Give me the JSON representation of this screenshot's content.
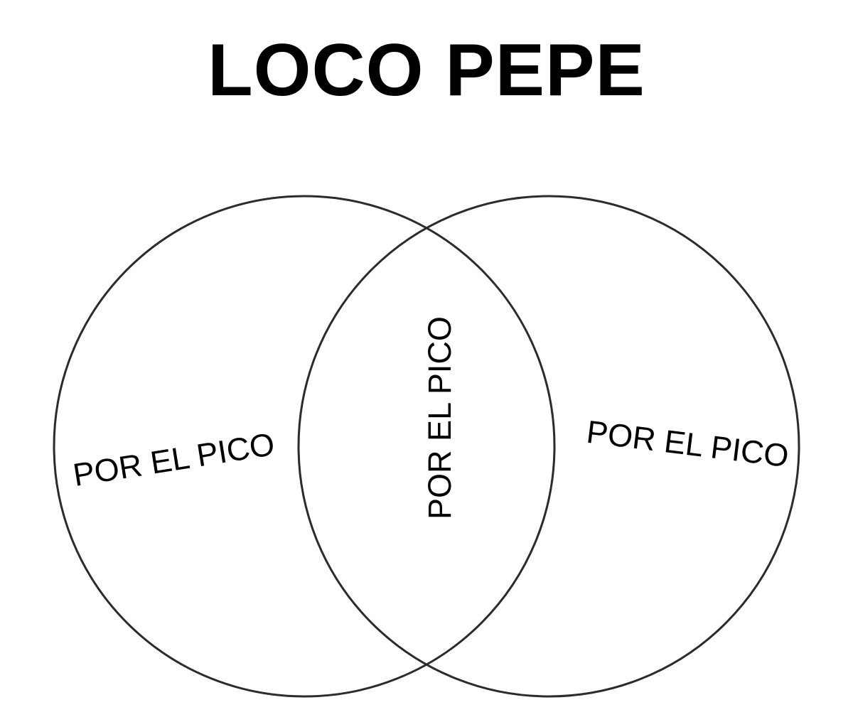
{
  "diagram": {
    "title": "LOCO PEPE",
    "left_label": "POR EL PICO",
    "center_label": "POR EL PICO",
    "right_label": "POR EL PICO",
    "stroke_color": "#2b2b2b",
    "text_color": "#000000"
  }
}
